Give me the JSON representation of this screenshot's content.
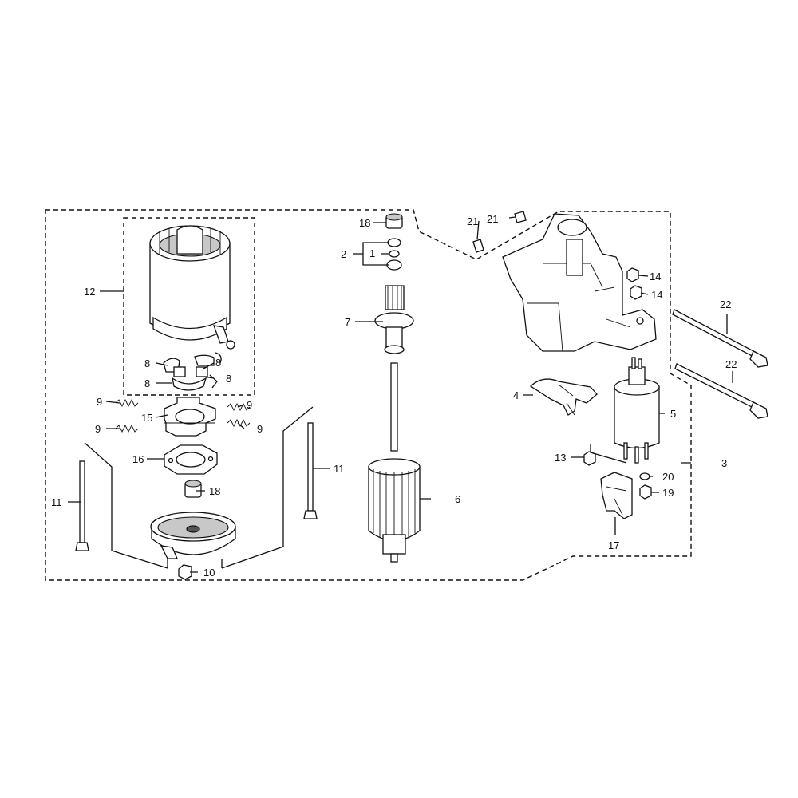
{
  "diagram": {
    "callouts": [
      {
        "id": "c18a",
        "label": "18"
      },
      {
        "id": "c2",
        "label": "2"
      },
      {
        "id": "c1",
        "label": "1"
      },
      {
        "id": "c7",
        "label": "7"
      },
      {
        "id": "c21a",
        "label": "21"
      },
      {
        "id": "c21b",
        "label": "21"
      },
      {
        "id": "c14a",
        "label": "14"
      },
      {
        "id": "c14b",
        "label": "14"
      },
      {
        "id": "c22a",
        "label": "22"
      },
      {
        "id": "c22b",
        "label": "22"
      },
      {
        "id": "c12",
        "label": "12"
      },
      {
        "id": "c8a",
        "label": "8"
      },
      {
        "id": "c8b",
        "label": "8"
      },
      {
        "id": "c8c",
        "label": "8"
      },
      {
        "id": "c8d",
        "label": "8"
      },
      {
        "id": "c9a",
        "label": "9"
      },
      {
        "id": "c9b",
        "label": "9"
      },
      {
        "id": "c9c",
        "label": "9"
      },
      {
        "id": "c9d",
        "label": "9"
      },
      {
        "id": "c15",
        "label": "15"
      },
      {
        "id": "c16",
        "label": "16"
      },
      {
        "id": "c18b",
        "label": "18"
      },
      {
        "id": "c11a",
        "label": "11"
      },
      {
        "id": "c11b",
        "label": "11"
      },
      {
        "id": "c10",
        "label": "10"
      },
      {
        "id": "c6",
        "label": "6"
      },
      {
        "id": "c4",
        "label": "4"
      },
      {
        "id": "c5",
        "label": "5"
      },
      {
        "id": "c13",
        "label": "13"
      },
      {
        "id": "c3",
        "label": "3"
      },
      {
        "id": "c20",
        "label": "20"
      },
      {
        "id": "c19",
        "label": "19"
      },
      {
        "id": "c17",
        "label": "17"
      }
    ]
  }
}
